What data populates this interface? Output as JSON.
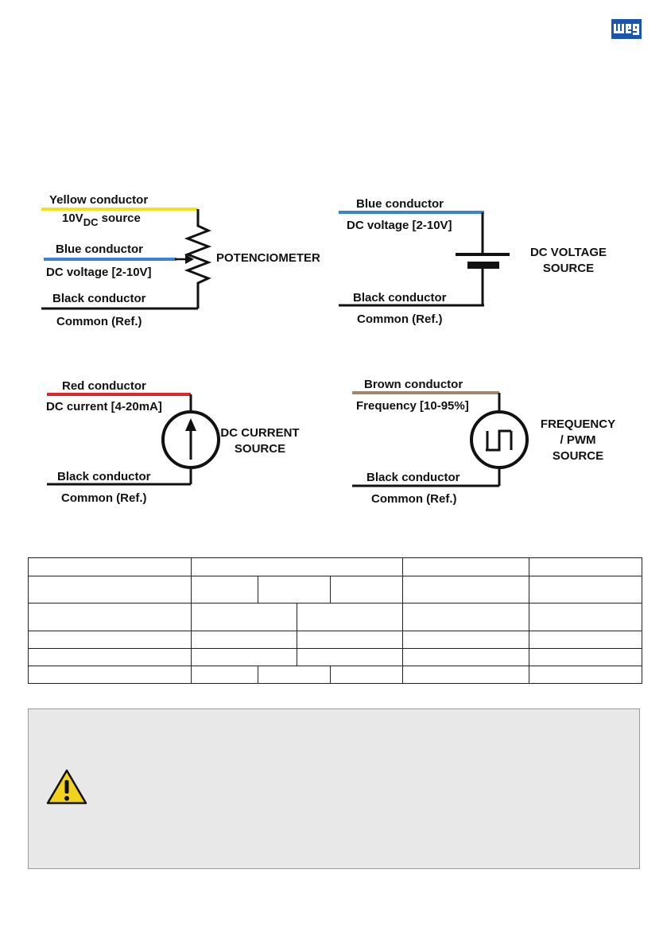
{
  "brand": {
    "logo_text": "WEG",
    "logo_icon": "weg-logo-icon",
    "color": "#1a56b0"
  },
  "diagrams": {
    "potentiometer": {
      "conductor1": "Yellow conductor",
      "signal1_main": "10V",
      "signal1_sub": "DC",
      "signal1_tail": " source",
      "conductor2": "Blue conductor",
      "signal2": "DC voltage [2-10V]",
      "conductor3": "Black conductor",
      "signal3": "Common (Ref.)",
      "component": "POTENCIOMETER"
    },
    "dc_voltage": {
      "conductor1": "Blue conductor",
      "signal1": "DC voltage [2-10V]",
      "conductor2": "Black conductor",
      "signal2": "Common (Ref.)",
      "component_line1": "DC VOLTAGE",
      "component_line2": "SOURCE"
    },
    "dc_current": {
      "conductor1": "Red conductor",
      "signal1": "DC current [4-20mA]",
      "conductor2": "Black conductor",
      "signal2": "Common (Ref.)",
      "component_line1": "DC CURRENT",
      "component_line2": "SOURCE"
    },
    "frequency": {
      "conductor1": "Brown conductor",
      "signal1": "Frequency [10-95%]",
      "conductor2": "Black conductor",
      "signal2": "Common (Ref.)",
      "component_line1": "FREQUENCY",
      "component_line2": "/ PWM",
      "component_line3": "SOURCE"
    }
  },
  "wire_colors": {
    "yellow": "#f2e21c",
    "blue": "#3b82d6",
    "black": "#111111",
    "red": "#e0262b",
    "brown": "#a3866a"
  },
  "notice": {
    "icon": "warning-triangle-icon",
    "icon_color": "#f2d21c"
  }
}
